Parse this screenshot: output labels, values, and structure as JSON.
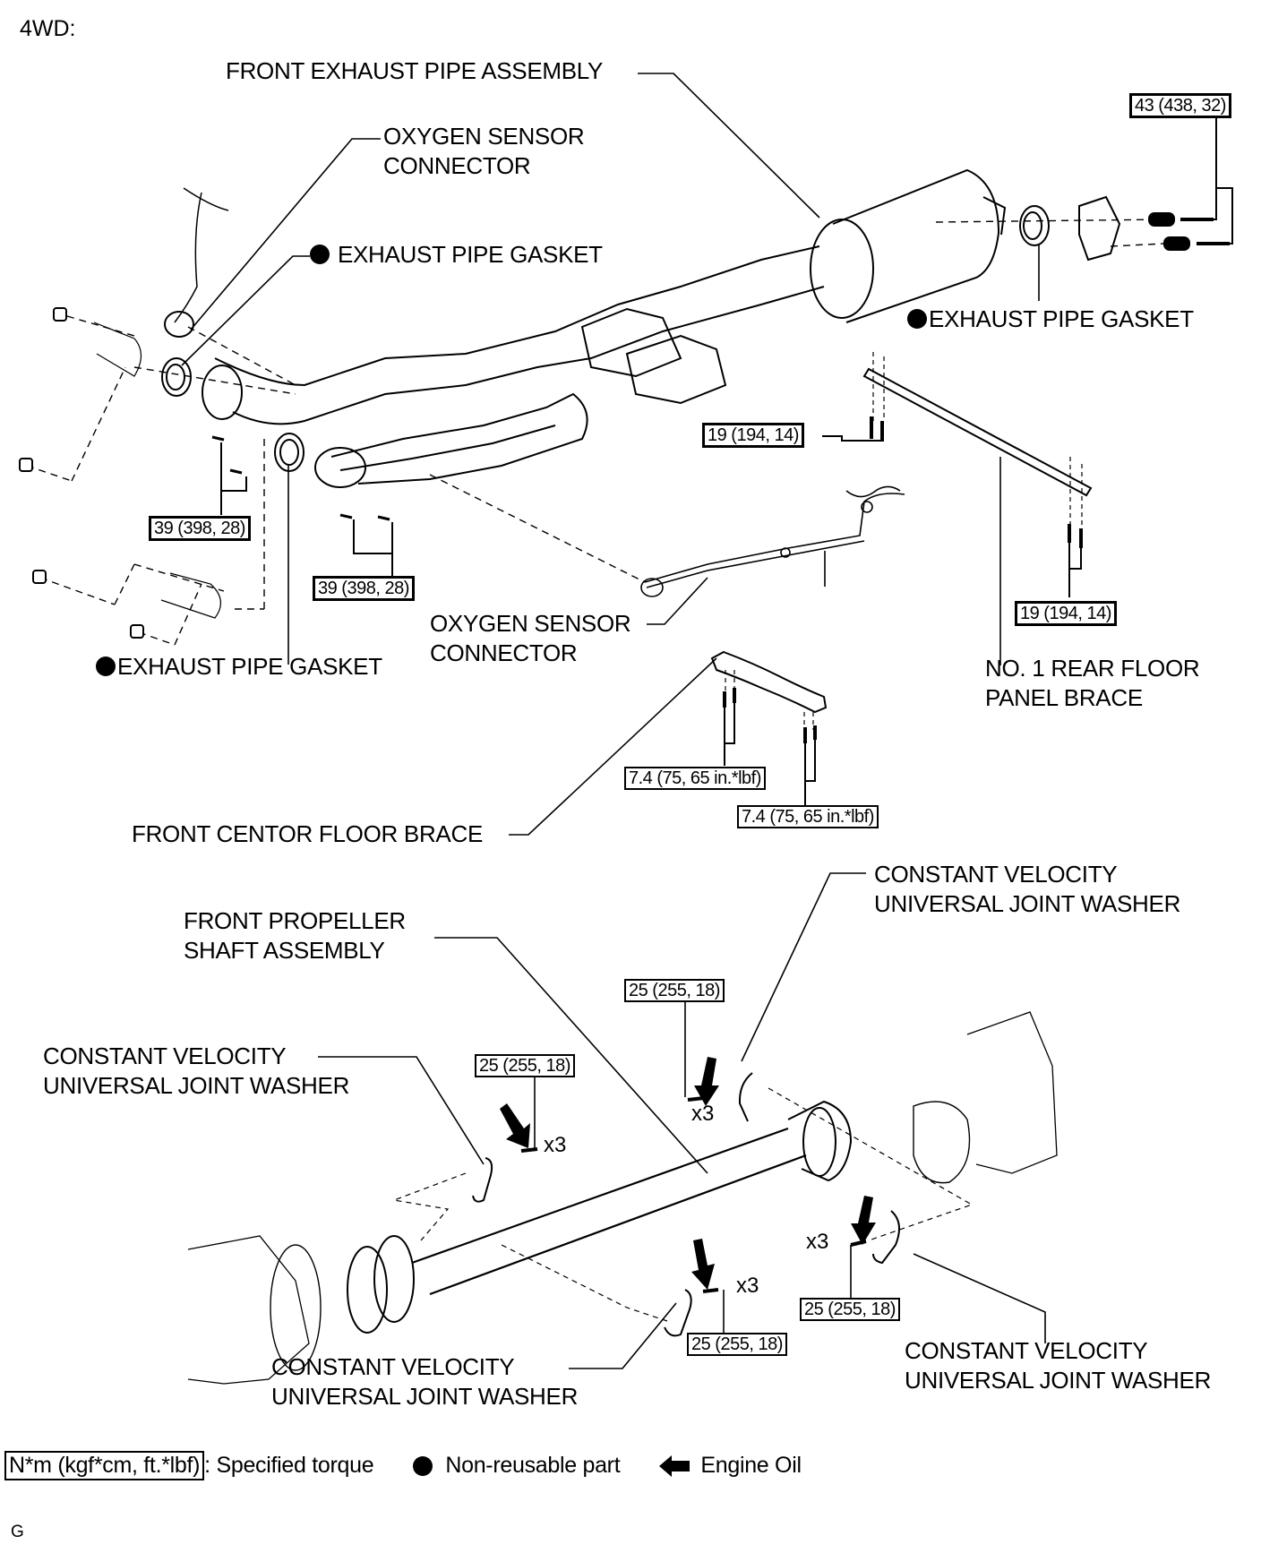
{
  "header": {
    "variant": "4WD:",
    "figure_code": "G"
  },
  "labels": {
    "front_exhaust_pipe_assembly": "FRONT EXHAUST PIPE ASSEMBLY",
    "oxygen_sensor_connector_top": "OXYGEN SENSOR\nCONNECTOR",
    "exhaust_pipe_gasket_upper_left": "EXHAUST PIPE GASKET",
    "exhaust_pipe_gasket_right": "EXHAUST PIPE GASKET",
    "exhaust_pipe_gasket_lower_left": "EXHAUST PIPE GASKET",
    "oxygen_sensor_connector_bottom": "OXYGEN SENSOR\nCONNECTOR",
    "no1_rear_floor_panel_brace": "NO. 1 REAR FLOOR\nPANEL BRACE",
    "front_centor_floor_brace": "FRONT CENTOR FLOOR BRACE",
    "front_propeller_shaft_assembly": "FRONT PROPELLER\nSHAFT ASSEMBLY",
    "cv_washer_upper_right": "CONSTANT VELOCITY\nUNIVERSAL JOINT WASHER",
    "cv_washer_left": "CONSTANT VELOCITY\nUNIVERSAL JOINT WASHER",
    "cv_washer_bottom_middle": "CONSTANT VELOCITY\nUNIVERSAL JOINT WASHER",
    "cv_washer_bottom_right": "CONSTANT VELOCITY\nUNIVERSAL JOINT WASHER"
  },
  "torques": {
    "rear_flange_bolts": "43 (438, 32)",
    "front_left_flange_bolts": "39 (398, 28)",
    "front_right_flange_bolts": "39 (398, 28)",
    "rear_brace_front_bolts": "19 (194, 14)",
    "rear_brace_rear_bolts": "19 (194, 14)",
    "center_brace_left_bolts": "7.4 (75, 65 in.*lbf)",
    "center_brace_right_bolts": "7.4 (75, 65 in.*lbf)",
    "prop_upper_left_bolts": "25 (255, 18)",
    "prop_upper_right_bolts": "25 (255, 18)",
    "prop_lower_middle_bolts": "25 (255, 18)",
    "prop_lower_right_bolts": "25 (255, 18)"
  },
  "quantities": {
    "left": "x3",
    "upper_right": "x3",
    "lower_middle": "x3",
    "lower_right": "x3"
  },
  "legend": {
    "torque_box": "N*m (kgf*cm, ft.*lbf)",
    "torque_desc": ": Specified torque",
    "nonreusable": "Non-reusable part",
    "engine_oil": "Engine Oil"
  },
  "icons": {
    "nonreusable": "filled-circle-icon",
    "engine_oil": "solid-arrow-icon"
  }
}
